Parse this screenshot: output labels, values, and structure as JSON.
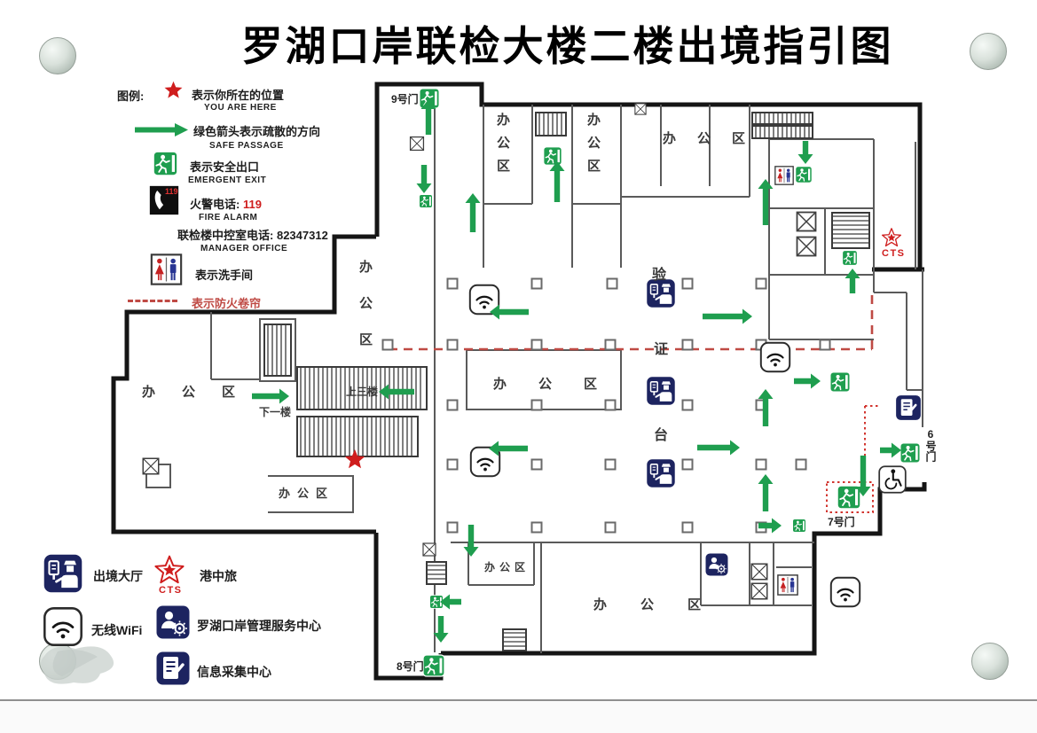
{
  "title": "罗湖口岸联检大楼二楼出境指引图",
  "legend": {
    "heading": "图例:",
    "you_are_here": {
      "label": "表示你所在的位置",
      "sub": "YOU ARE HERE"
    },
    "safe_passage": {
      "label": "绿色箭头表示疏散的方向",
      "sub": "SAFE PASSAGE"
    },
    "exit": {
      "label": "表示安全出口",
      "sub": "EMERGENT EXIT"
    },
    "fire": {
      "label": "火警电话:",
      "value": "119",
      "sub": "FIRE ALARM"
    },
    "control_room": {
      "label": "联检楼中控室电话:",
      "value": "82347312",
      "sub": "MANAGER OFFICE"
    },
    "restroom": {
      "label": "表示洗手间"
    },
    "fire_curtain": {
      "label": "表示防火卷帘"
    }
  },
  "facilities": {
    "departure_hall": "出境大厅",
    "cts": "港中旅",
    "cts_abbr": "CTS",
    "wifi": "无线WiFi",
    "management_center": "罗湖口岸管理服务中心",
    "info_center": "信息采集中心"
  },
  "floorplan": {
    "office": "办公区",
    "verification": [
      "验",
      "证",
      "台"
    ],
    "gates": {
      "g9": "9号门",
      "g8": "8号门",
      "g7": "7号门",
      "g6": "6号门"
    },
    "nav": {
      "up": "上三楼",
      "down": "下一楼"
    }
  },
  "colors": {
    "green": "#1f9e4f",
    "red": "#cf1d1d",
    "navy": "#1d2460",
    "curtain": "#bf4a44"
  }
}
